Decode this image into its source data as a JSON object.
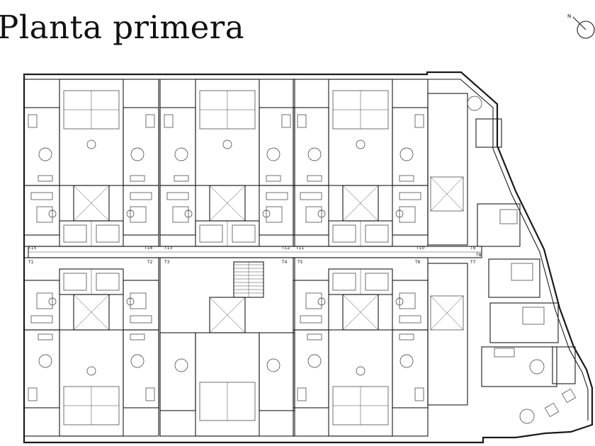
{
  "title": "Planta primera",
  "north_label": "N",
  "unit_tags": {
    "t15": "T15",
    "t14": "T14",
    "t13": "T13",
    "t12": "T12",
    "t11": "T11",
    "t10": "T10",
    "t9": "T9",
    "t8": "T8",
    "t1": "T1",
    "t2": "T2",
    "t3": "T3",
    "t4": "T4",
    "t5": "T5",
    "t6": "T6",
    "t7": "T7"
  }
}
